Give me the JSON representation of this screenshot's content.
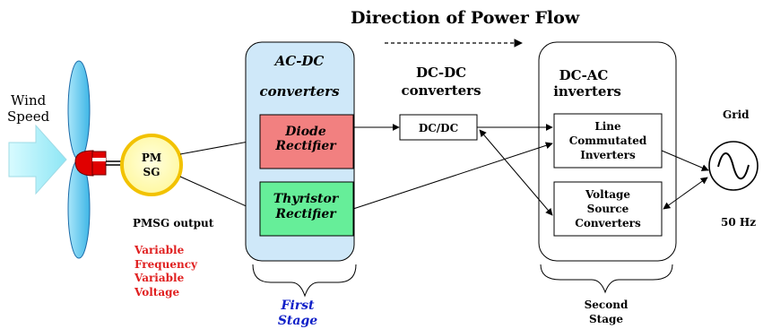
{
  "title": "Direction of Power Flow",
  "wind": {
    "line1": "Wind",
    "line2": "Speed"
  },
  "generator": {
    "line1": "PM",
    "line2": "SG"
  },
  "pmsg": {
    "label": "PMSG output",
    "notes": [
      "Variable",
      "Frequency",
      "Variable",
      "Voltage"
    ]
  },
  "acdc": {
    "heading1": "AC-DC",
    "heading2": "converters",
    "diode": {
      "line1": "Diode",
      "line2": "Rectifier"
    },
    "thyristor": {
      "line1": "Thyristor",
      "line2": "Rectifier"
    },
    "stage1": "First",
    "stage2": "Stage"
  },
  "dcdc": {
    "heading1": "DC-DC",
    "heading2": "converters",
    "box": "DC/DC"
  },
  "dcac": {
    "heading1": "DC-AC",
    "heading2": "inverters",
    "lci": {
      "line1": "Line",
      "line2": "Commutated",
      "line3": "Inverters"
    },
    "vsc": {
      "line1": "Voltage",
      "line2": "Source",
      "line3": "Converters"
    },
    "stage1": "Second",
    "stage2": "Stage"
  },
  "grid": {
    "label": "Grid",
    "freq": "50 Hz"
  },
  "colors": {
    "acdc_panel": "#cfe8f9",
    "diode_fill": "#f28080",
    "thyristor_fill": "#66ee99",
    "generator_fill": "#ffffb0",
    "generator_ring": "#f2c200",
    "blade_fill": "#7fd6f4",
    "hub_fill": "#e00000",
    "wind_arrow": "#aef2fa",
    "notes": "#e02020",
    "stage_blue": "#1020c8"
  }
}
